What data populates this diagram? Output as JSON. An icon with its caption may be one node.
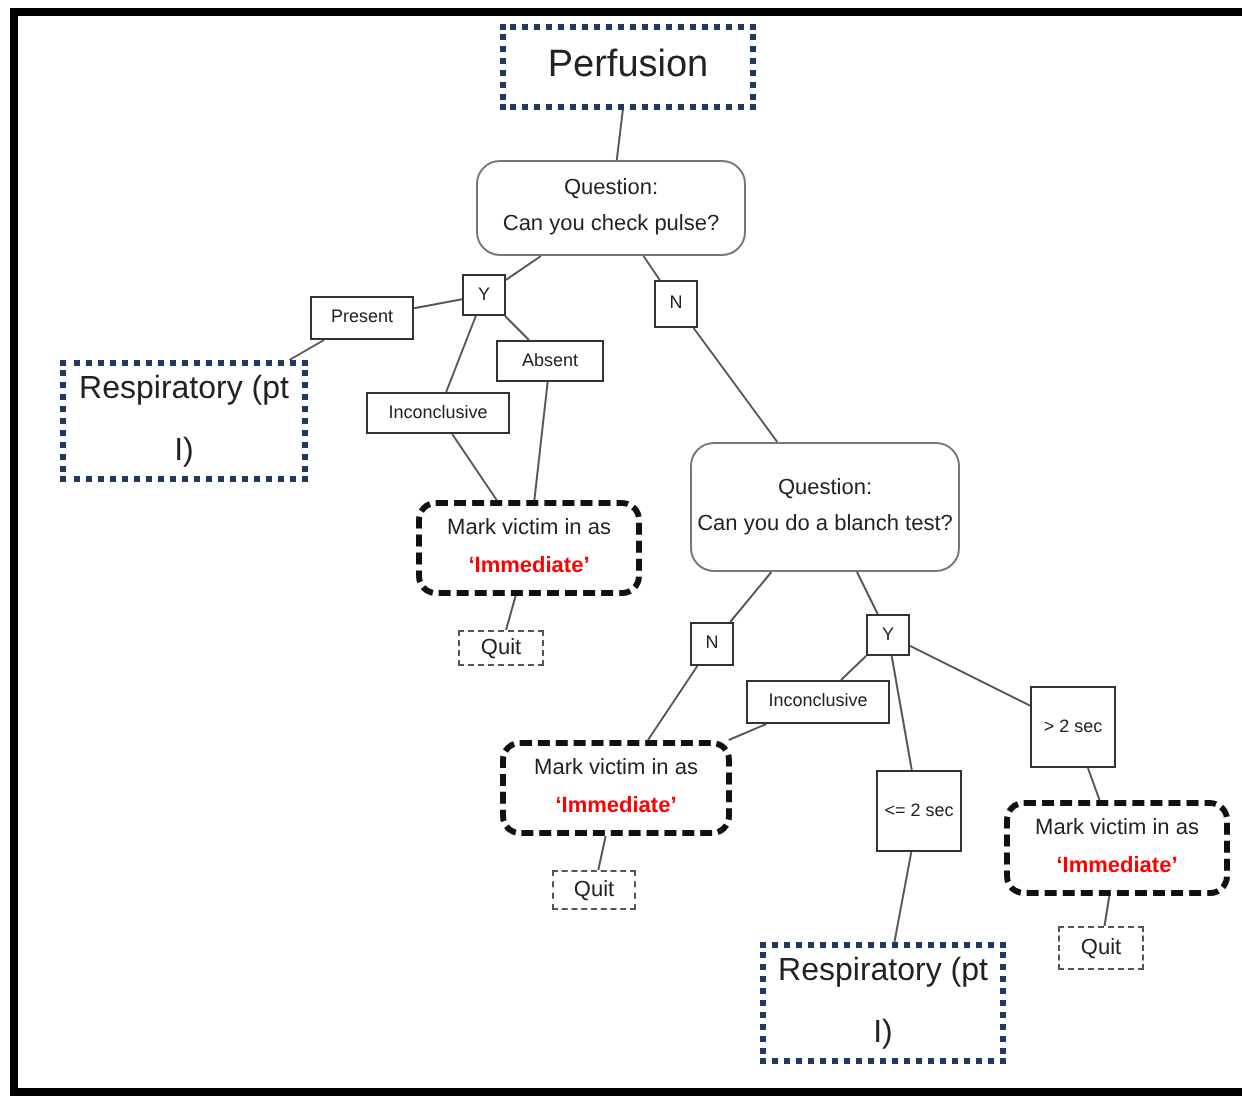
{
  "diagram": {
    "nodes": [
      {
        "text": [
          "Perfusion"
        ]
      },
      {
        "text": [
          "Question:",
          "Can you check pulse?"
        ]
      },
      {
        "text": [
          "Y"
        ]
      },
      {
        "text": [
          "Present"
        ]
      },
      {
        "text": [
          "Respiratory (pt I)"
        ]
      },
      {
        "text": [
          "Absent"
        ]
      },
      {
        "text": [
          "Inconclusive"
        ]
      },
      {
        "text": [
          "Mark victim in as",
          "‘Immediate’"
        ]
      },
      {
        "text": [
          "Quit"
        ]
      },
      {
        "text": [
          "N"
        ]
      },
      {
        "text": [
          "Question:",
          "Can you do a blanch test?"
        ]
      },
      {
        "text": [
          "N"
        ]
      },
      {
        "text": [
          "Y"
        ]
      },
      {
        "text": [
          "Inconclusive"
        ]
      },
      {
        "text": [
          "Mark victim in as",
          "‘Immediate’"
        ]
      },
      {
        "text": [
          "Quit"
        ]
      },
      {
        "text": [
          "<= 2 sec"
        ]
      },
      {
        "text": [
          "> 2 sec"
        ]
      },
      {
        "text": [
          "Mark victim in as",
          "‘Immediate’"
        ]
      },
      {
        "text": [
          "Quit"
        ]
      },
      {
        "text": [
          "Respiratory (pt I)"
        ]
      }
    ],
    "edges": [
      {
        "from": 0,
        "to": 1,
        "arrow": "none"
      },
      {
        "from": 1,
        "to": 2,
        "arrow": "none"
      },
      {
        "from": 2,
        "to": 3,
        "arrow": "none"
      },
      {
        "from": 3,
        "to": 4,
        "arrow": "none"
      },
      {
        "from": 2,
        "to": 5,
        "arrow": "none"
      },
      {
        "from": 5,
        "to": 7,
        "arrow": "none"
      },
      {
        "from": 2,
        "to": 6,
        "arrow": "none"
      },
      {
        "from": 6,
        "to": 7,
        "arrow": "none"
      },
      {
        "from": 7,
        "to": 8,
        "arrow": "none"
      },
      {
        "from": 1,
        "to": 9,
        "arrow": "none"
      },
      {
        "from": 9,
        "to": 10,
        "arrow": "none"
      },
      {
        "from": 10,
        "to": 11,
        "arrow": "none"
      },
      {
        "from": 11,
        "to": 14,
        "arrow": "none"
      },
      {
        "from": 10,
        "to": 12,
        "arrow": "none"
      },
      {
        "from": 12,
        "to": 13,
        "arrow": "none"
      },
      {
        "from": 13,
        "to": 14,
        "arrow": "none"
      },
      {
        "from": 14,
        "to": 15,
        "arrow": "none"
      },
      {
        "from": 12,
        "to": 16,
        "arrow": "none"
      },
      {
        "from": 16,
        "to": 20,
        "arrow": "none"
      },
      {
        "from": 12,
        "to": 17,
        "arrow": "none"
      },
      {
        "from": 17,
        "to": 18,
        "arrow": "none"
      },
      {
        "from": 18,
        "to": 19,
        "arrow": "none"
      }
    ]
  }
}
